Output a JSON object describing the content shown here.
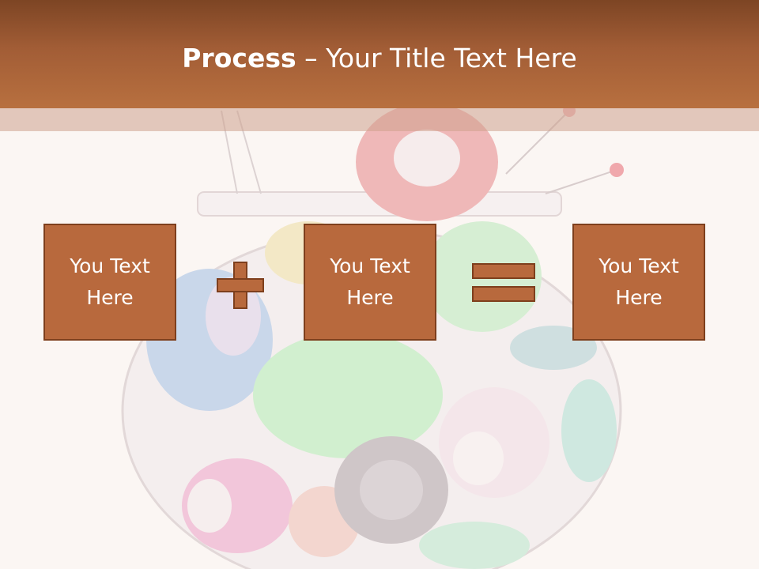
{
  "header": {
    "title_bold": "Process",
    "title_rest": " – Your Title Text Here",
    "bar_color": "#a25d36"
  },
  "process": {
    "box_color": "#b8693d",
    "boxes": [
      {
        "label": "You Text\nHere"
      },
      {
        "label": "You Text\nHere"
      },
      {
        "label": "You Text\nHere"
      }
    ],
    "operators": [
      "plus-icon",
      "equals-icon"
    ]
  },
  "background": {
    "image": "glass-jar-with-thread-spools-and-buttons"
  }
}
